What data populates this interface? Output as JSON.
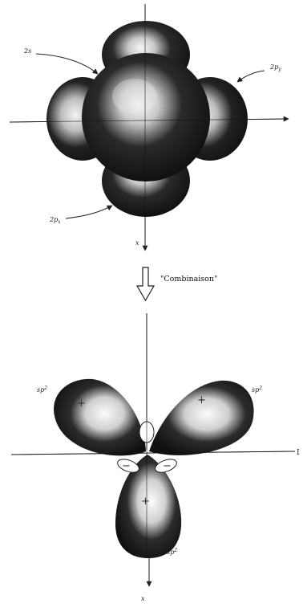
{
  "top": {
    "label_2s": "2s",
    "label_2py": "2p",
    "label_2py_sub": "y",
    "label_2px": "2p",
    "label_2px_sub": "x",
    "axis_x": "x"
  },
  "transition": {
    "caption": "\"Combinaison\""
  },
  "bottom": {
    "label_left": "sp",
    "label_left_sup": "2",
    "label_right": "sp",
    "label_right_sup": "2",
    "label_bottom": "sp",
    "label_bottom_sup": "2",
    "axis_x": "x",
    "axis_y_right": "I",
    "plus_sign": "+",
    "minus_sign": "−"
  },
  "colors": {
    "lobe_fill": "#1a1a1a",
    "highlight": "#f4f4f4",
    "line": "#222222"
  }
}
